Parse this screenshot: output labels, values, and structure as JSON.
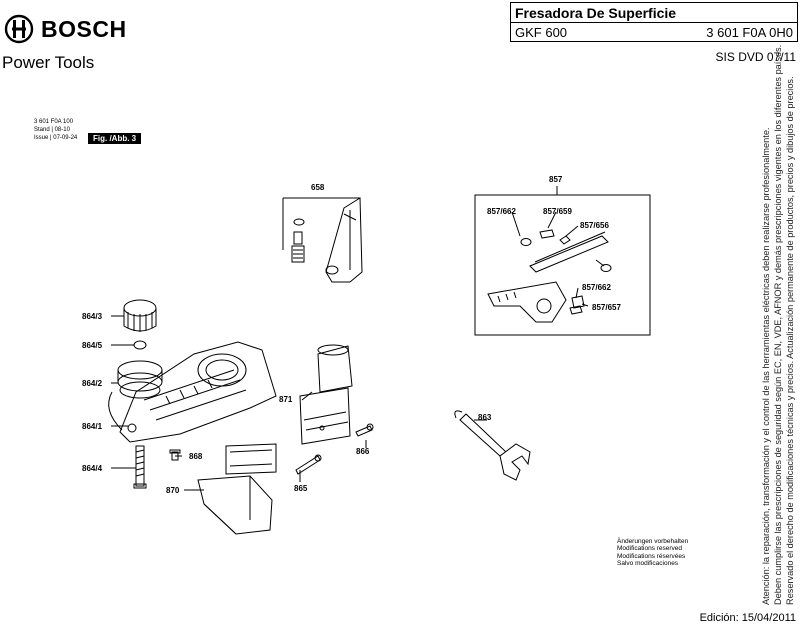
{
  "header": {
    "brand": "BOSCH",
    "subbrand": "Power Tools",
    "product_title": "Fresadora De Superficie",
    "model": "GKF 600",
    "part_number": "3 601 F0A 0H0",
    "sis_line": "SIS DVD 07/11"
  },
  "meta": {
    "code": "3 601 F0A 100",
    "stand_label": "Stand",
    "stand_value": "08-10",
    "issue_label": "Issue",
    "issue_value": "07-09-24",
    "figure_tag": "Fig. /Abb. 3"
  },
  "callouts": {
    "p658": "658",
    "p857": "857",
    "p857_662a": "857/662",
    "p857_659": "857/659",
    "p857_656": "857/656",
    "p857_662b": "857/662",
    "p857_657": "857/657",
    "p864_3": "864/3",
    "p864_5": "864/5",
    "p864_2": "864/2",
    "p864_1": "864/1",
    "p864_4": "864/4",
    "p868": "868",
    "p870": "870",
    "p871": "871",
    "p865": "865",
    "p866": "866",
    "p863": "863"
  },
  "notes": {
    "line1": "Änderungen vorbehalten",
    "line2": "Modifications reserved",
    "line3": "Modifications réservées",
    "line4": "Salvo modificaciones"
  },
  "legal": {
    "line1": "Atención: la reparación, transformación y el control de las herramientas eléctricas deben realizarse profesionalmente.",
    "line2": "Deben cumplirse las prescripciones de seguridad según EC, EN, VDE, AFNOR y demás prescripciones vigentes en los diferentes países.",
    "line3": "Reservado el derecho de modificaciones técnicas y precios. Actualización permanente de productos, precios y dibujos de precios."
  },
  "footer": {
    "edition": "Edición: 15/04/2011"
  }
}
